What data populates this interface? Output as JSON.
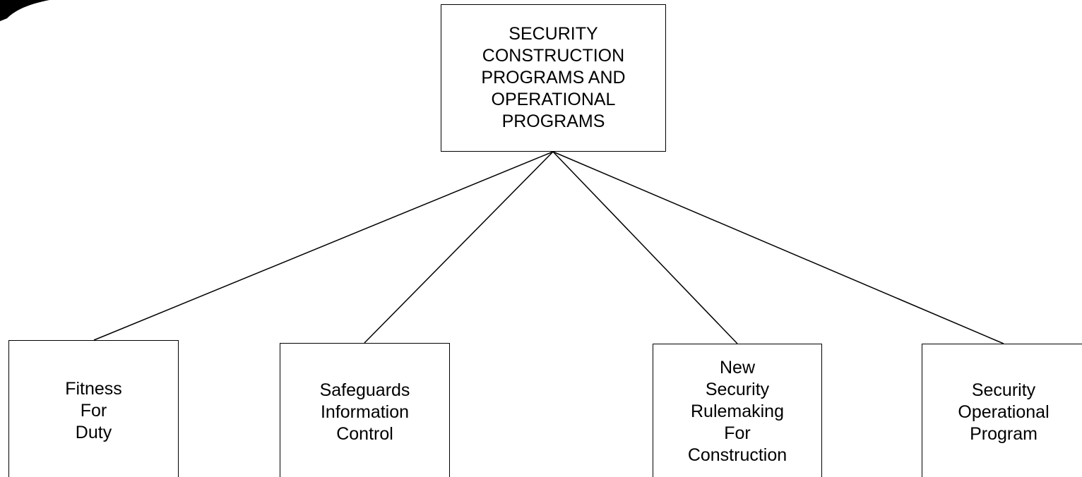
{
  "root": {
    "label": "SECURITY\nCONSTRUCTION\nPROGRAMS AND\nOPERATIONAL\nPROGRAMS"
  },
  "children": [
    {
      "label": "Fitness\nFor\nDuty"
    },
    {
      "label": "Safeguards\nInformation\nControl"
    },
    {
      "label": "New\nSecurity\nRulemaking\nFor\nConstruction"
    },
    {
      "label": "Security\nOperational\nProgram"
    }
  ],
  "colors": {
    "line": "#000000",
    "box_border": "#000000",
    "background": "#ffffff"
  },
  "icons": {
    "corner": "corner-logo-fragment"
  }
}
